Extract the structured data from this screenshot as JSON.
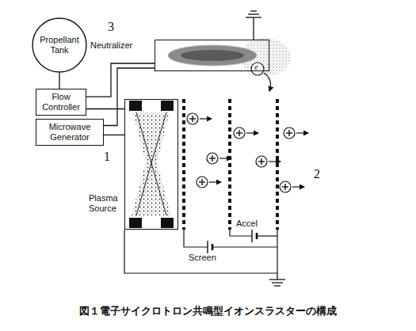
{
  "diagram": {
    "caption": "図１電子サイクロトロン共鳴型イオンスラスターの構成",
    "nodes": [
      {
        "text": [
          "Propellant Tank"
        ]
      },
      {
        "text": [
          "Flow Controller"
        ]
      },
      {
        "text": [
          "Microwave Generator"
        ]
      },
      {
        "text": [
          "Neutralizer"
        ]
      },
      {
        "text": [
          "Plasma Source"
        ]
      }
    ],
    "edges": [
      {
        "from": 0,
        "to": 1,
        "arrow": "none"
      },
      {
        "from": 1,
        "to": 3,
        "arrow": "none"
      },
      {
        "from": 1,
        "to": 4,
        "arrow": "none"
      },
      {
        "from": 2,
        "to": 3,
        "arrow": "none"
      },
      {
        "from": 2,
        "to": 4,
        "arrow": "none"
      }
    ],
    "labels": [
      "3",
      "1",
      "2",
      "Screen",
      "Accel",
      "e"
    ]
  }
}
